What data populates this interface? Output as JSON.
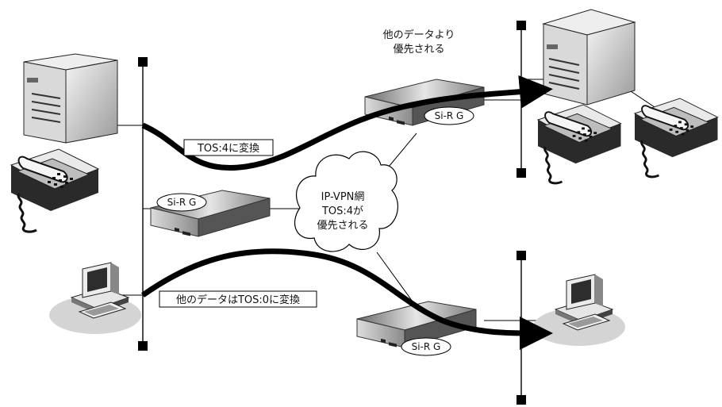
{
  "labels": {
    "priority_top_line1": "他のデータより",
    "priority_top_line2": "優先される",
    "tos4_convert": "TOS:4に変換",
    "other_tos0_convert": "他のデータはTOS:0に変換",
    "cloud_line1": "IP-VPN網",
    "cloud_line2": "TOS:4が",
    "cloud_line3": "優先される"
  },
  "routers": {
    "top_right": "Si-R G",
    "left": "Si-R G",
    "bottom_right": "Si-R G"
  },
  "icons": [
    "server-icon",
    "telephone-icon",
    "pc-icon",
    "router-icon",
    "cloud-icon"
  ],
  "colors": {
    "line": "#000000",
    "device_light": "#e8e8e8",
    "device_dark": "#555555",
    "shadow": "#d0d0d0"
  }
}
